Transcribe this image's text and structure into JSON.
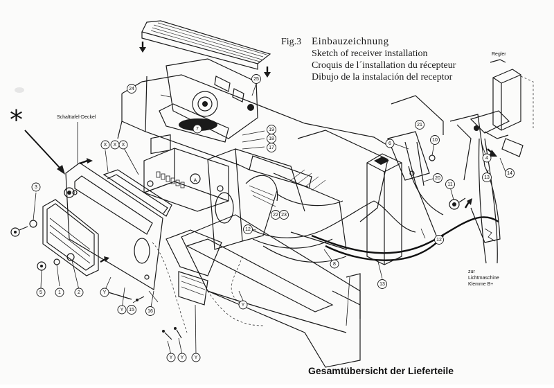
{
  "figure": {
    "number": "Fig.3",
    "title_de": "Einbauzeichnung",
    "title_en": "Sketch of receiver installation",
    "title_fr": "Croquis de l´installation du récepteur",
    "title_es": "Dibujo de la instalación del receptor"
  },
  "labels": {
    "schalttafel": "Schalttafel-Deckel",
    "regler": "Regler",
    "lichtmaschine_1": "zur",
    "lichtmaschine_2": "Lichtmaschine",
    "lichtmaschine_3": "Klemme B+",
    "asterisk": "*",
    "bottom": "Gesamtübersicht der Lieferteile",
    "radio_mark": "A"
  },
  "callouts": [
    {
      "id": "c1",
      "text": "1"
    },
    {
      "id": "c2",
      "text": "2"
    },
    {
      "id": "c3",
      "text": "3"
    },
    {
      "id": "c4",
      "text": "4"
    },
    {
      "id": "c5",
      "text": "5"
    },
    {
      "id": "c6",
      "text": "6"
    },
    {
      "id": "c7",
      "text": "7"
    },
    {
      "id": "c8",
      "text": "8"
    },
    {
      "id": "c10",
      "text": "10"
    },
    {
      "id": "c11",
      "text": "11"
    },
    {
      "id": "c12a",
      "text": "12"
    },
    {
      "id": "c12b",
      "text": "12"
    },
    {
      "id": "c13a",
      "text": "13"
    },
    {
      "id": "c13b",
      "text": "13"
    },
    {
      "id": "c14",
      "text": "14"
    },
    {
      "id": "c15",
      "text": "15"
    },
    {
      "id": "c16",
      "text": "16"
    },
    {
      "id": "c17",
      "text": "17"
    },
    {
      "id": "c18",
      "text": "18"
    },
    {
      "id": "c19",
      "text": "19"
    },
    {
      "id": "c20",
      "text": "20"
    },
    {
      "id": "c21",
      "text": "21"
    },
    {
      "id": "c22",
      "text": "22"
    },
    {
      "id": "c23",
      "text": "23"
    },
    {
      "id": "c24",
      "text": "24"
    },
    {
      "id": "c25",
      "text": "25"
    },
    {
      "id": "cx1",
      "text": "X"
    },
    {
      "id": "cx2",
      "text": "X"
    },
    {
      "id": "cx3",
      "text": "X"
    },
    {
      "id": "cy1",
      "text": "Y"
    },
    {
      "id": "cy2",
      "text": "Y"
    },
    {
      "id": "cy3",
      "text": "Y"
    },
    {
      "id": "cy4",
      "text": "Y"
    },
    {
      "id": "cy5",
      "text": "Y"
    },
    {
      "id": "cy6",
      "text": "Y"
    }
  ]
}
